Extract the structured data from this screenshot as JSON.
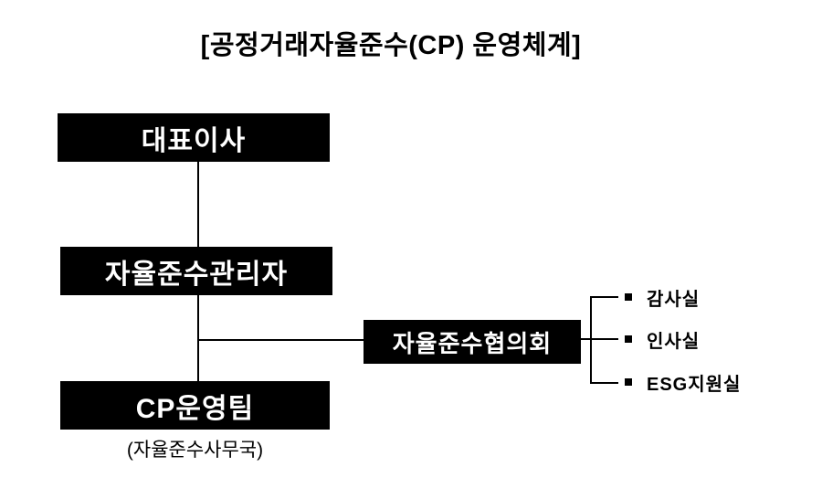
{
  "title": "[공정거래자율준수(CP) 운영체계]",
  "colors": {
    "background": "#ffffff",
    "box_fill": "#000000",
    "box_text": "#ffffff",
    "line": "#000000",
    "text": "#000000"
  },
  "org": {
    "ceo": {
      "label": "대표이사"
    },
    "manager": {
      "label": "자율준수관리자"
    },
    "team": {
      "label": "CP운영팀",
      "sublabel": "(자율준수사무국)"
    },
    "council": {
      "label": "자율준수협의회"
    },
    "council_members": [
      {
        "label": "감사실"
      },
      {
        "label": "인사실"
      },
      {
        "label": "ESG지원실"
      }
    ]
  }
}
